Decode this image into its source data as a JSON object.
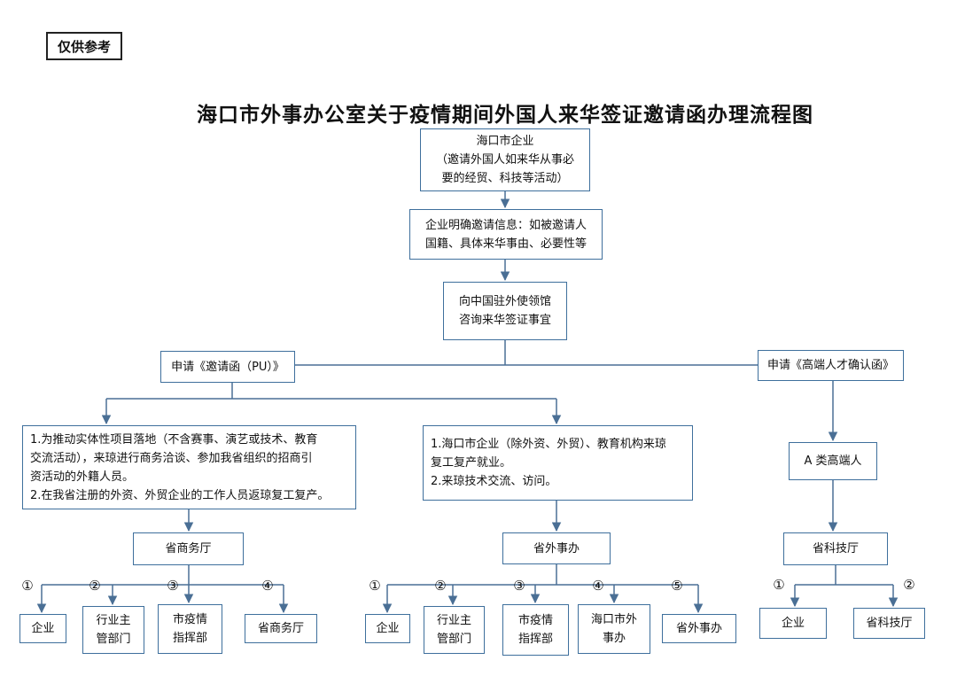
{
  "tag": "仅供参考",
  "title": "海口市外事办公室关于疫情期间外国人来华签证邀请函办理流程图",
  "nodes": {
    "enterprise": "海口市企业\n（邀请外国人如来华从事必\n要的经贸、科技等活动）",
    "clarify": "企业明确邀请信息：如被邀请人\n国籍、具体来华事由、必要性等",
    "consult": "向中国驻外使领馆\n咨询来华签证事宜",
    "apply_pu": "申请《邀请函（PU）》",
    "apply_talent": "申请《高端人才确认函》",
    "cond_commerce": "1.为推动实体性项目落地（不含赛事、演艺或技术、教育\n交流活动），来琼进行商务洽谈、参加我省组织的招商引\n资活动的外籍人员。\n2.在我省注册的外资、外贸企业的工作人员返琼复工复产。",
    "cond_foreign": "1.海口市企业（除外资、外贸）、教育机构来琼\n复工复产就业。\n2.来琼技术交流、访问。",
    "class_a": "A 类高端人",
    "dept_commerce": "省商务厅",
    "dept_foreign": "省外事办",
    "dept_science": "省科技厅"
  },
  "commerce_branch": {
    "numbers": [
      "①",
      "②",
      "③",
      "④"
    ],
    "targets": [
      "企业",
      "行业主\n管部门",
      "市疫情\n指挥部",
      "省商务厅"
    ]
  },
  "foreign_branch": {
    "numbers": [
      "①",
      "②",
      "③",
      "④",
      "⑤"
    ],
    "targets": [
      "企业",
      "行业主\n管部门",
      "市疫情\n指挥部",
      "海口市外\n事办",
      "省外事办"
    ]
  },
  "science_branch": {
    "numbers": [
      "①",
      "②"
    ],
    "targets": [
      "企业",
      "省科技厅"
    ]
  },
  "colors": {
    "box_border": "#3e6f9c",
    "line": "#4a6f95"
  }
}
